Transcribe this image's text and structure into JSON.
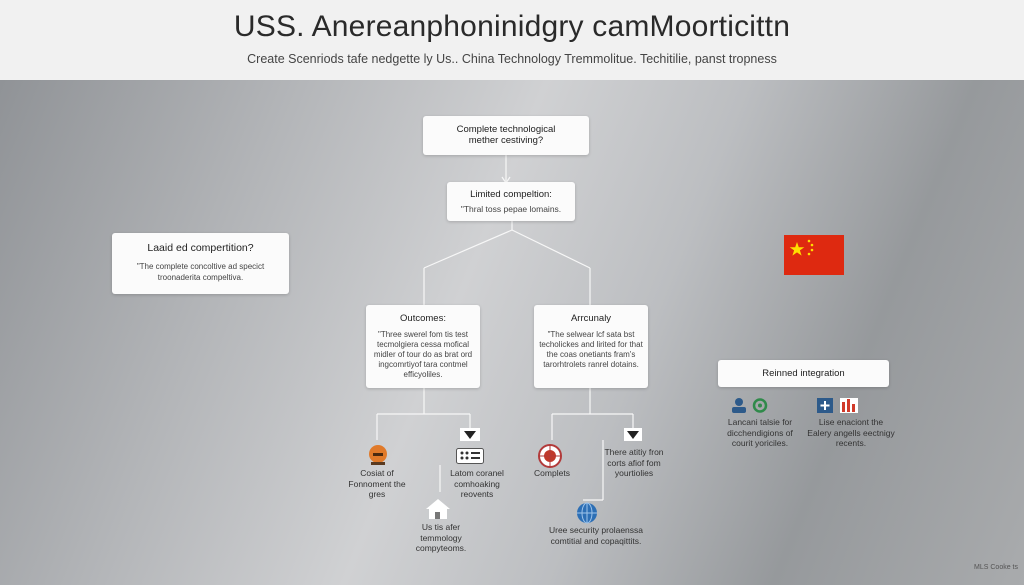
{
  "header": {
    "title": "USS. Anereanphoninidgry camMoorticittn",
    "subtitle": "Create Scenriods tafe nedgette ly Us.. China Technology Tremmolitue. Techitilie, panst tropness"
  },
  "diagram": {
    "root": {
      "title": "Complete technological",
      "body": "mether cestiving?"
    },
    "limited": {
      "title": "Limited compeltion:",
      "body": "\"Thral toss pepae lomains."
    },
    "left_panel": {
      "title": "Laaid ed compertition?",
      "body": "\"The complete concoltive ad specict troonaderita compeltiva."
    },
    "outcomes": {
      "title": "Outcomes:",
      "body": "\"Three swerel fom tis test tecmolgiera cessa mofical midler of tour do as brat ord ingcomrtiyof tara contmel efficyoliles."
    },
    "accuracy": {
      "title": "Arrcunaly",
      "body": "\"The selwear lcf sata bst techolickes and lirited for that the coas onetiants fram's tarorhtrolets ranrel dotains."
    },
    "refined": {
      "title": "Reinned integration"
    },
    "leaves": {
      "coast": "Cosiat of Fonnoment the gres",
      "latom": "Latom coranel comhoaking reovents",
      "us_tis": "Us tis afer temmology compyteoms.",
      "complets": "Complets",
      "there": "There atitiy fron corts afiof fom yourtiolies",
      "uree": "Uree security prolaenssa comtitial and copaqittits.",
      "lancani": "Lancani talsie for dicchendigions of courit yoriciles.",
      "lise": "Lise enaciont the Ealery angells eectnigy recents."
    },
    "icons": {
      "flag": "china-flag",
      "coast_icon": "person-orange-icon",
      "latom_icon": "dots-card-icon",
      "us_tis_icon": "house-icon",
      "complets_icon": "globe-red-icon",
      "there_icon": "down-triangle-icon",
      "latom_tri": "down-triangle-icon",
      "uree_icon": "globe-blue-icon",
      "lancani_icons": "person-and-cycle-icon",
      "lise_icons": "plus-and-chart-icon"
    }
  },
  "footer": {
    "note": "MLS Cooke ts"
  },
  "colors": {
    "header_bg": "#f1f1f1",
    "box_bg": "#fbfbfb",
    "flag_red": "#de2910",
    "flag_star": "#ffde00",
    "accent_orange": "#e07a2a",
    "accent_blue": "#2d6fb5"
  }
}
